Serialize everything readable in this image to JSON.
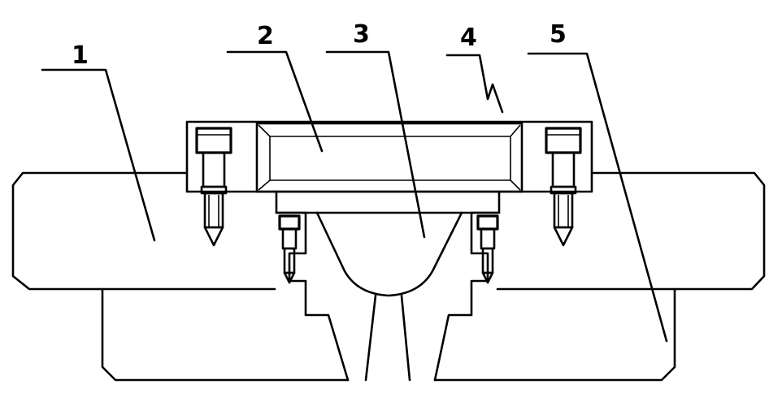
{
  "labels": {
    "l1": "1",
    "l2": "2",
    "l3": "3",
    "l4": "4",
    "l5": "5"
  },
  "colors": {
    "line": "#000000",
    "background": "#ffffff"
  }
}
